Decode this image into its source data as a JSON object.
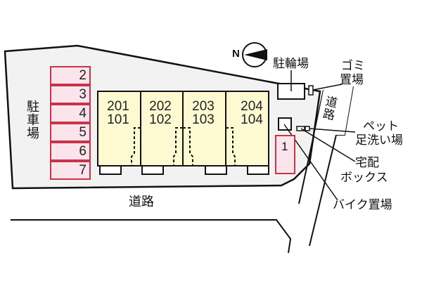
{
  "map": {
    "compass": {
      "label": "N",
      "icon": "north-arrow-icon"
    },
    "labels": {
      "parking": "駐車場",
      "bicycle_parking": "駐輪場",
      "garbage": "ゴミ置場",
      "garbage_line1": "ゴミ",
      "garbage_line2": "置場",
      "side_road": "道路",
      "pet_footwash": "ペット足洗い場",
      "pet_line1": "ペット",
      "pet_line2": "足洗い場",
      "delivery_box": "宅配ボックス",
      "delivery_line1": "宅配",
      "delivery_line2": "ボックス",
      "bike_parking": "バイク置場",
      "main_road": "道路"
    },
    "parking_slots": [
      "2",
      "3",
      "4",
      "5",
      "6",
      "7"
    ],
    "parking_slot_extra": "1",
    "units": [
      {
        "upper": "201",
        "lower": "101"
      },
      {
        "upper": "202",
        "lower": "102"
      },
      {
        "upper": "203",
        "lower": "103"
      },
      {
        "upper": "204",
        "lower": "104"
      }
    ],
    "colors": {
      "lot_fill": "#f2f2f2",
      "building_fill": "#fdfad2",
      "parking_fill": "#fce4ec",
      "parking_border": "#c8334a",
      "line": "#111111"
    }
  }
}
